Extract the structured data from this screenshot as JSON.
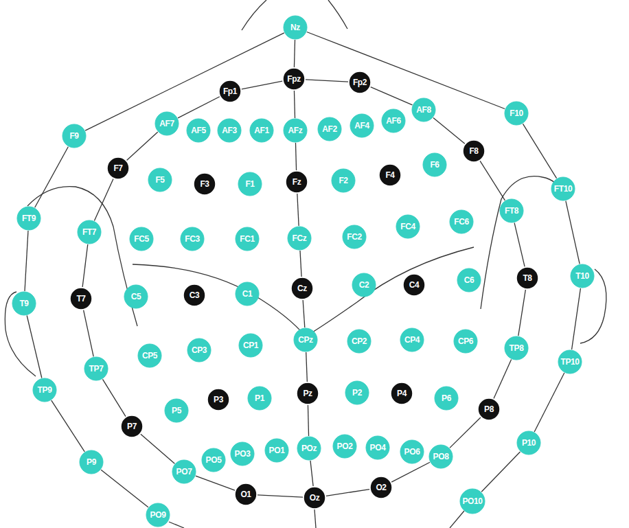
{
  "diagram": {
    "nodes": [
      {
        "text": [
          "Nz"
        ]
      },
      {
        "text": [
          "Fp1"
        ]
      },
      {
        "text": [
          "Fpz"
        ]
      },
      {
        "text": [
          "Fp2"
        ]
      },
      {
        "text": [
          "F9"
        ]
      },
      {
        "text": [
          "AF7"
        ]
      },
      {
        "text": [
          "AF5"
        ]
      },
      {
        "text": [
          "AF3"
        ]
      },
      {
        "text": [
          "AF1"
        ]
      },
      {
        "text": [
          "AFz"
        ]
      },
      {
        "text": [
          "AF2"
        ]
      },
      {
        "text": [
          "AF4"
        ]
      },
      {
        "text": [
          "AF6"
        ]
      },
      {
        "text": [
          "AF8"
        ]
      },
      {
        "text": [
          "F10"
        ]
      },
      {
        "text": [
          "F7"
        ]
      },
      {
        "text": [
          "F5"
        ]
      },
      {
        "text": [
          "F3"
        ]
      },
      {
        "text": [
          "F1"
        ]
      },
      {
        "text": [
          "Fz"
        ]
      },
      {
        "text": [
          "F2"
        ]
      },
      {
        "text": [
          "F4"
        ]
      },
      {
        "text": [
          "F6"
        ]
      },
      {
        "text": [
          "F8"
        ]
      },
      {
        "text": [
          "FT9"
        ]
      },
      {
        "text": [
          "FT7"
        ]
      },
      {
        "text": [
          "FC5"
        ]
      },
      {
        "text": [
          "FC3"
        ]
      },
      {
        "text": [
          "FC1"
        ]
      },
      {
        "text": [
          "FCz"
        ]
      },
      {
        "text": [
          "FC2"
        ]
      },
      {
        "text": [
          "FC4"
        ]
      },
      {
        "text": [
          "FC6"
        ]
      },
      {
        "text": [
          "FT8"
        ]
      },
      {
        "text": [
          "FT10"
        ]
      },
      {
        "text": [
          "T9"
        ]
      },
      {
        "text": [
          "T7"
        ]
      },
      {
        "text": [
          "C5"
        ]
      },
      {
        "text": [
          "C3"
        ]
      },
      {
        "text": [
          "C1"
        ]
      },
      {
        "text": [
          "Cz"
        ]
      },
      {
        "text": [
          "C2"
        ]
      },
      {
        "text": [
          "C4"
        ]
      },
      {
        "text": [
          "C6"
        ]
      },
      {
        "text": [
          "T8"
        ]
      },
      {
        "text": [
          "T10"
        ]
      },
      {
        "text": [
          "TP7"
        ]
      },
      {
        "text": [
          "CP5"
        ]
      },
      {
        "text": [
          "CP3"
        ]
      },
      {
        "text": [
          "CP1"
        ]
      },
      {
        "text": [
          "CPz"
        ]
      },
      {
        "text": [
          "CP2"
        ]
      },
      {
        "text": [
          "CP4"
        ]
      },
      {
        "text": [
          "CP6"
        ]
      },
      {
        "text": [
          "TP8"
        ]
      },
      {
        "text": [
          "TP10"
        ]
      },
      {
        "text": [
          "TP9"
        ]
      },
      {
        "text": [
          "P7"
        ]
      },
      {
        "text": [
          "P5"
        ]
      },
      {
        "text": [
          "P3"
        ]
      },
      {
        "text": [
          "P1"
        ]
      },
      {
        "text": [
          "Pz"
        ]
      },
      {
        "text": [
          "P2"
        ]
      },
      {
        "text": [
          "P4"
        ]
      },
      {
        "text": [
          "P6"
        ]
      },
      {
        "text": [
          "P8"
        ]
      },
      {
        "text": [
          "P10"
        ]
      },
      {
        "text": [
          "P9"
        ]
      },
      {
        "text": [
          "PO7"
        ]
      },
      {
        "text": [
          "PO5"
        ]
      },
      {
        "text": [
          "PO3"
        ]
      },
      {
        "text": [
          "PO1"
        ]
      },
      {
        "text": [
          "POz"
        ]
      },
      {
        "text": [
          "PO2"
        ]
      },
      {
        "text": [
          "PO4"
        ]
      },
      {
        "text": [
          "PO6"
        ]
      },
      {
        "text": [
          "PO8"
        ]
      },
      {
        "text": [
          "PO10"
        ]
      },
      {
        "text": [
          "O1"
        ]
      },
      {
        "text": [
          "Oz"
        ]
      },
      {
        "text": [
          "O2"
        ]
      },
      {
        "text": [
          "PO9"
        ]
      }
    ],
    "edges": [
      {
        "from": 0,
        "to": 2,
        "arrow": "none"
      },
      {
        "from": 2,
        "to": 9,
        "arrow": "none"
      },
      {
        "from": 9,
        "to": 19,
        "arrow": "none"
      },
      {
        "from": 19,
        "to": 29,
        "arrow": "none"
      },
      {
        "from": 29,
        "to": 40,
        "arrow": "none"
      },
      {
        "from": 40,
        "to": 50,
        "arrow": "none"
      },
      {
        "from": 50,
        "to": 61,
        "arrow": "none"
      },
      {
        "from": 61,
        "to": 72,
        "arrow": "none"
      },
      {
        "from": 72,
        "to": 79,
        "arrow": "none"
      },
      {
        "from": 2,
        "to": 3,
        "arrow": "none"
      },
      {
        "from": 3,
        "to": 13,
        "arrow": "none"
      },
      {
        "from": 13,
        "to": 23,
        "arrow": "none"
      },
      {
        "from": 23,
        "to": 33,
        "arrow": "none"
      },
      {
        "from": 33,
        "to": 44,
        "arrow": "none"
      },
      {
        "from": 44,
        "to": 54,
        "arrow": "none"
      },
      {
        "from": 54,
        "to": 65,
        "arrow": "none"
      },
      {
        "from": 65,
        "to": 76,
        "arrow": "none"
      },
      {
        "from": 76,
        "to": 80,
        "arrow": "none"
      },
      {
        "from": 80,
        "to": 79,
        "arrow": "none"
      },
      {
        "from": 79,
        "to": 78,
        "arrow": "none"
      },
      {
        "from": 78,
        "to": 68,
        "arrow": "none"
      },
      {
        "from": 68,
        "to": 57,
        "arrow": "none"
      },
      {
        "from": 57,
        "to": 46,
        "arrow": "none"
      },
      {
        "from": 46,
        "to": 36,
        "arrow": "none"
      },
      {
        "from": 36,
        "to": 25,
        "arrow": "none"
      },
      {
        "from": 25,
        "to": 15,
        "arrow": "none"
      },
      {
        "from": 15,
        "to": 5,
        "arrow": "none"
      },
      {
        "from": 5,
        "to": 1,
        "arrow": "none"
      },
      {
        "from": 1,
        "to": 2,
        "arrow": "none"
      },
      {
        "from": 0,
        "to": 14,
        "arrow": "none"
      },
      {
        "from": 14,
        "to": 34,
        "arrow": "none"
      },
      {
        "from": 34,
        "to": 45,
        "arrow": "none"
      },
      {
        "from": 45,
        "to": 55,
        "arrow": "none"
      },
      {
        "from": 55,
        "to": 66,
        "arrow": "none"
      },
      {
        "from": 66,
        "to": 77,
        "arrow": "none"
      },
      {
        "from": 0,
        "to": 4,
        "arrow": "none"
      },
      {
        "from": 4,
        "to": 24,
        "arrow": "none"
      },
      {
        "from": 24,
        "to": 35,
        "arrow": "none"
      },
      {
        "from": 35,
        "to": 56,
        "arrow": "none"
      },
      {
        "from": 56,
        "to": 67,
        "arrow": "none"
      },
      {
        "from": 67,
        "to": 81,
        "arrow": "none"
      }
    ]
  }
}
